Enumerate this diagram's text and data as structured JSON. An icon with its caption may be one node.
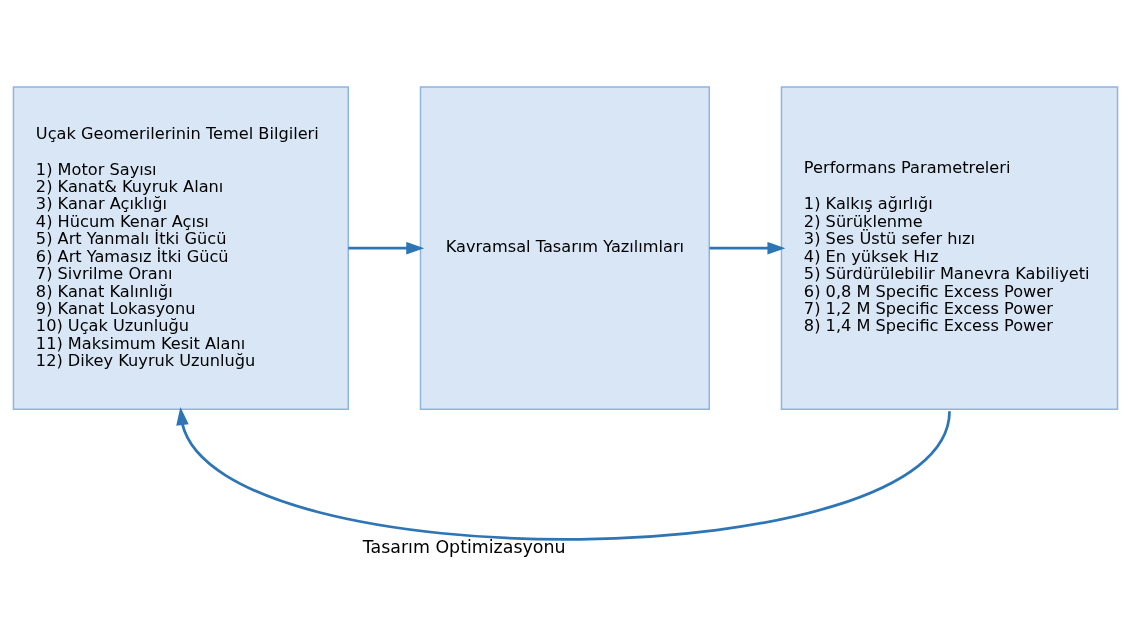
{
  "diagram": {
    "nodes": [
      {
        "text": [
          "Uçak Geomerilerinin Temel Bilgileri",
          "1) Motor Sayısı",
          "2) Kanat& Kuyruk Alanı",
          "3) Kanar Açıklığı",
          "4) Hücum Kenar Açısı",
          "5) Art Yanmalı İtki Gücü",
          "6) Art Yamasız İtki Gücü",
          "7) Sivrilme Oranı",
          "8) Kanat Kalınlığı",
          "9) Kanat Lokasyonu",
          "10) Uçak Uzunluğu",
          "11) Maksimum Kesit Alanı",
          "12) Dikey Kuyruk Uzunluğu"
        ]
      },
      {
        "text": [
          "Kavramsal Tasarım Yazılımları"
        ]
      },
      {
        "text": [
          "Performans Parametreleri",
          "1) Kalkış ağırlığı",
          "2) Sürüklenme",
          "3) Ses Üstü sefer hızı",
          "4) En yüksek Hız",
          "5) Sürdürülebilir Manevra Kabiliyeti",
          "6) 0,8 M Specific Excess Power",
          "7) 1,2 M Specific Excess Power",
          "8) 1,4 M Specific Excess Power"
        ]
      }
    ],
    "edges": [
      {
        "from": 0,
        "to": 1,
        "arrow": "to"
      },
      {
        "from": 1,
        "to": 2,
        "arrow": "to"
      },
      {
        "from": 2,
        "to": 0,
        "arrow": "to",
        "label": "Tasarım Optimizasyonu"
      }
    ]
  }
}
